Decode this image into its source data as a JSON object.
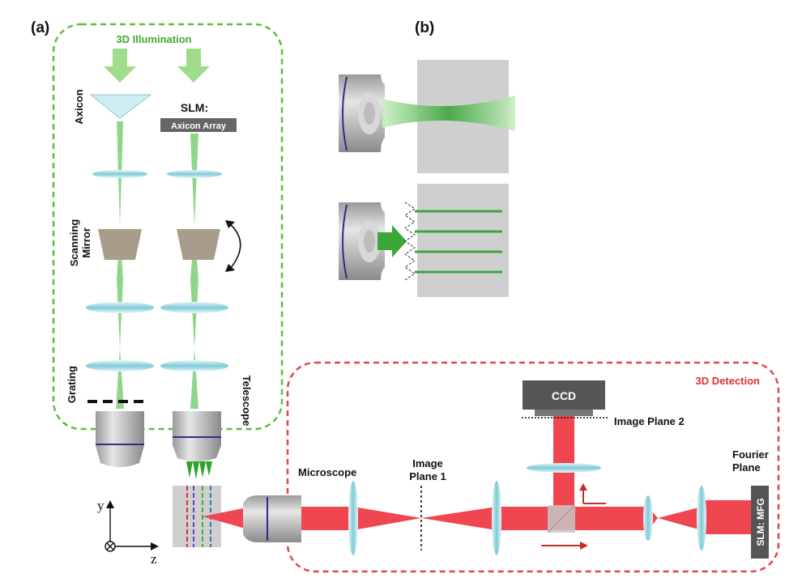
{
  "panels": {
    "a": "(a)",
    "b": "(b)"
  },
  "illumination": {
    "title": "3D Illumination",
    "axicon": "Axicon",
    "slm_line1": "SLM:",
    "slm_line2": "Axicon Array",
    "scanning_line1": "Scanning",
    "scanning_line2": "Mirror",
    "grating": "Grating",
    "telescope": "Telescope"
  },
  "detection": {
    "title": "3D Detection",
    "ccd": "CCD",
    "image_plane_2": "Image Plane 2",
    "microscope": "Microscope",
    "image_plane_1_line1": "Image",
    "image_plane_1_line2": "Plane 1",
    "fourier_line1": "Fourier",
    "fourier_line2": "Plane",
    "slm_mfg": "SLM: MFG"
  },
  "axes": {
    "y": "y",
    "z": "z"
  },
  "colors": {
    "green_dash": "#5cbf3f",
    "red_dash": "#e0474a",
    "green_beam": "#8fd68a",
    "red_beam": "#f0464f",
    "lens": "#9fd8e0",
    "mirror": "#a89d8a"
  }
}
